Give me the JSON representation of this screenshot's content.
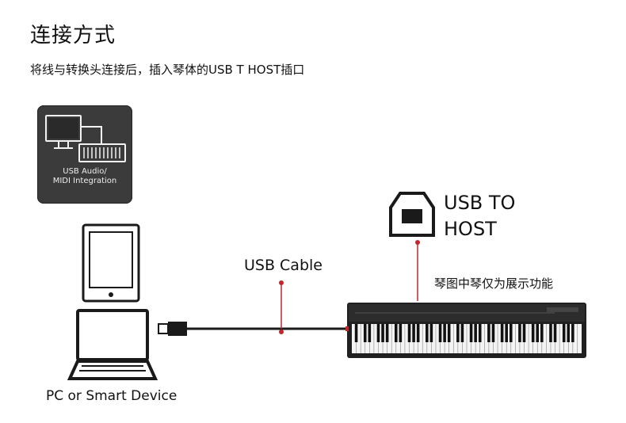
{
  "title": "连接方式",
  "subtitle": "将线与转换头连接后，插入琴体的USB T HOST插口",
  "badge": {
    "line1": "USB Audio/",
    "line2": "MIDI Integration",
    "icon": "computer-keyboard-icon"
  },
  "labels": {
    "device": "PC or Smart Device",
    "cable": "USB Cable",
    "host_line1": "USB TO",
    "host_line2": "HOST",
    "note": "琴图中琴仅为展示功能"
  },
  "colors": {
    "callout": "#c0272d",
    "device_outline": "#1a1a1a",
    "badge": "#3b3b3b"
  },
  "icons": [
    "tablet-icon",
    "laptop-icon",
    "usb-plug-icon",
    "usb-b-port-icon",
    "digital-piano-icon"
  ]
}
